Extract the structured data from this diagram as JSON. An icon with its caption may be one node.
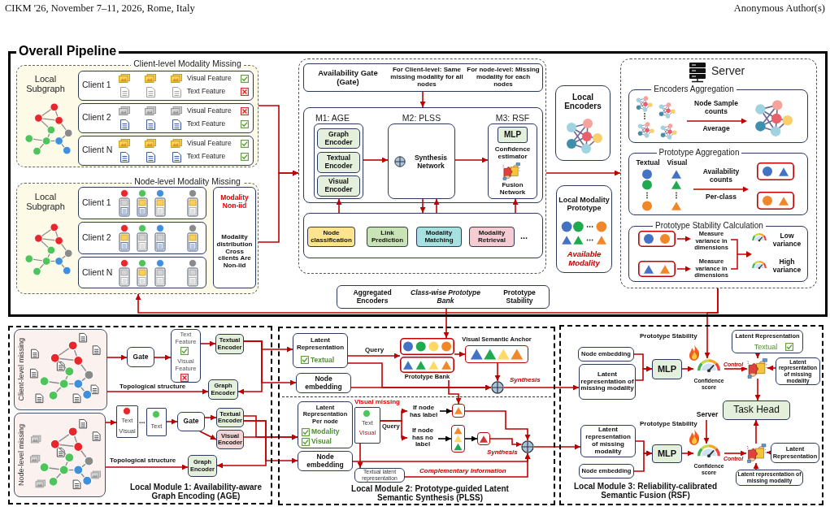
{
  "diagram": {
    "nodes": [
      {
        "text": [
          "Overall Pipeline"
        ]
      },
      {
        "text": [
          "Client-level Modality Missing"
        ],
        "in": 0
      },
      {
        "text": [
          "Local Subgraph"
        ],
        "in": 1
      },
      {
        "text": [
          "Client 1",
          "Visual Feature",
          "Text Feature"
        ],
        "in": 1
      },
      {
        "text": [
          "Client 2",
          "Visual Feature",
          "Text Feature"
        ],
        "in": 1
      },
      {
        "text": [
          "Client N",
          "Visual Feature",
          "Text Feature"
        ],
        "in": 1
      },
      {
        "text": [
          "Node-level Modality Missing"
        ],
        "in": 0
      },
      {
        "text": [
          "Local Subgraph"
        ],
        "in": 6
      },
      {
        "text": [
          "Client 1"
        ],
        "in": 6
      },
      {
        "text": [
          "Client 2"
        ],
        "in": 6
      },
      {
        "text": [
          "Client N"
        ],
        "in": 6
      },
      {
        "text": [
          "Modality Non-iid",
          "Modality distribution Cross clients Are Non-iid"
        ],
        "in": 6
      },
      {
        "text": [],
        "shape": "box",
        "in": 0
      },
      {
        "text": [
          "Availability Gate (Gate)",
          "For Client-level: Same missing modality for all nodes",
          "For node-level: Missing modality for each nodes"
        ],
        "in": 12
      },
      {
        "text": [],
        "shape": "box",
        "in": 12
      },
      {
        "text": [
          "M1: AGE"
        ],
        "in": 14
      },
      {
        "text": [
          "Graph Encoder"
        ],
        "in": 15
      },
      {
        "text": [
          "Textual Encoder"
        ],
        "in": 15
      },
      {
        "text": [
          "Visual Encoder"
        ],
        "in": 15
      },
      {
        "text": [
          "M2: PLSS",
          "Synthesis Network"
        ],
        "in": 14
      },
      {
        "text": [
          "M3: RSF",
          "Confidence estimator",
          "Fusion Network"
        ],
        "in": 14
      },
      {
        "text": [
          "MLP"
        ],
        "in": 20
      },
      {
        "text": [],
        "shape": "box",
        "in": 12
      },
      {
        "text": [
          "Node classification"
        ],
        "in": 22
      },
      {
        "text": [
          "Link Prediction"
        ],
        "in": 22
      },
      {
        "text": [
          "Modality Matching"
        ],
        "in": 22
      },
      {
        "text": [
          "Modality Retrieval"
        ],
        "in": 22
      },
      {
        "text": [
          "Local Encoders"
        ],
        "in": 0
      },
      {
        "text": [
          "Local Modality Prototype",
          "Available Modality"
        ],
        "in": 0
      },
      {
        "text": [
          "Server"
        ],
        "in": 0
      },
      {
        "text": [
          "Encoders Aggregation",
          "Node Sample counts",
          "Average"
        ],
        "in": 29
      },
      {
        "text": [
          "Prototype Aggregation",
          "Textual",
          "Visual",
          "Availability counts",
          "Per-class"
        ],
        "in": 29
      },
      {
        "text": [
          "Prototype Stability Calculation",
          "Measure variance in dimensions",
          "Measure variance in dimensions",
          "Low variance",
          "High variance"
        ],
        "in": 29
      },
      {
        "text": [
          "Aggregated Encoders",
          "Class-wise Prototype Bank",
          "Prototype Stability"
        ],
        "in": 0
      },
      {
        "text": [
          "Local Module 1: Availability-aware Graph Encoding (AGE)"
        ]
      },
      {
        "text": [
          "Client-level missing"
        ],
        "in": 34
      },
      {
        "text": [
          "Gate"
        ],
        "in": 34
      },
      {
        "text": [
          "Text Feature",
          "Visual Feature"
        ],
        "in": 34
      },
      {
        "text": [
          "Textual Encoder"
        ],
        "in": 34
      },
      {
        "text": [
          "Graph Encoder"
        ],
        "in": 34
      },
      {
        "text": [
          "Node-level missing"
        ],
        "in": 34
      },
      {
        "text": [
          "Text",
          "Visual"
        ],
        "in": 34
      },
      {
        "text": [
          "Text"
        ],
        "in": 34
      },
      {
        "text": [
          "Gate"
        ],
        "in": 34
      },
      {
        "text": [
          "Textual Encoder"
        ],
        "in": 34
      },
      {
        "text": [
          "Visual Encoder"
        ],
        "in": 34
      },
      {
        "text": [
          "Graph Encoder"
        ],
        "in": 34
      },
      {
        "text": [
          "Local Module 2: Prototype-guided Latent Semantic Synthesis (PLSS)"
        ]
      },
      {
        "text": [
          "Latent Representation",
          "Textual"
        ],
        "in": 47
      },
      {
        "text": [
          "Node embedding"
        ],
        "in": 47
      },
      {
        "text": [
          "Prototype Bank"
        ],
        "in": 47
      },
      {
        "text": [
          "Visual Semantic Anchor"
        ],
        "in": 47
      },
      {
        "text": [],
        "shape": "circle",
        "in": 47
      },
      {
        "text": [
          "Latent Representation Per node",
          "Modality",
          "Visual"
        ],
        "in": 47
      },
      {
        "text": [
          "Visual missing",
          "Text",
          "Visual"
        ],
        "in": 47
      },
      {
        "text": [
          "Node embedding"
        ],
        "in": 47
      },
      {
        "text": [
          "Textual latent representation"
        ],
        "in": 47
      },
      {
        "text": [
          "If node has label"
        ],
        "in": 47
      },
      {
        "text": [
          "If node has no label"
        ],
        "in": 47
      },
      {
        "text": [],
        "shape": "box",
        "in": 47
      },
      {
        "text": [],
        "shape": "box",
        "in": 47
      },
      {
        "text": [],
        "shape": "box",
        "in": 47
      },
      {
        "text": [],
        "shape": "circle",
        "in": 47
      },
      {
        "text": [
          "Local Module 3: Reliability-calibrated Semantic Fusion (RSF)"
        ]
      },
      {
        "text": [
          "Node embedding"
        ],
        "in": 63
      },
      {
        "text": [
          "Latent representation of missing modality"
        ],
        "in": 63
      },
      {
        "text": [
          "MLP"
        ],
        "in": 63
      },
      {
        "text": [
          "Confidence score"
        ],
        "in": 63
      },
      {
        "text": [
          "Latent Representation",
          "Textual"
        ],
        "in": 63
      },
      {
        "text": [],
        "shape": "picture",
        "in": 63
      },
      {
        "text": [
          "Latent representation of missing modality"
        ],
        "in": 63
      },
      {
        "text": [
          "Task Head"
        ],
        "in": 63
      },
      {
        "text": [
          "Latent representation of missing modality"
        ],
        "in": 63
      },
      {
        "text": [
          "Node embedding"
        ],
        "in": 63
      },
      {
        "text": [
          "MLP"
        ],
        "in": 63
      },
      {
        "text": [
          "Confidence score"
        ],
        "in": 63
      },
      {
        "text": [],
        "shape": "picture",
        "in": 63
      },
      {
        "text": [
          "Latent Representation"
        ],
        "in": 63
      },
      {
        "text": [
          "Latent representation of missing modality"
        ],
        "in": 63
      },
      {
        "text": [
          "Server"
        ],
        "in": 63
      }
    ],
    "edges": [
      {
        "from": 1,
        "to": 12,
        "arrow": "to"
      },
      {
        "from": 6,
        "to": 12,
        "arrow": "to"
      },
      {
        "from": 13,
        "to": 14,
        "arrow": "to"
      },
      {
        "from": 15,
        "to": 19,
        "arrow": "to"
      },
      {
        "from": 19,
        "to": 20,
        "arrow": "to"
      },
      {
        "from": 22,
        "to": 15,
        "arrow": "to"
      },
      {
        "from": 19,
        "to": 22,
        "arrow": "to"
      },
      {
        "from": 22,
        "to": 19,
        "arrow": "to"
      },
      {
        "from": 22,
        "to": 20,
        "arrow": "to"
      },
      {
        "from": 12,
        "to": 29,
        "arrow": "to"
      },
      {
        "from": 29,
        "to": 6,
        "arrow": "to"
      },
      {
        "from": 29,
        "to": 67,
        "arrow": "to",
        "label": "Prototype Stability"
      },
      {
        "from": 33,
        "to": 50,
        "arrow": "to"
      },
      {
        "from": 35,
        "to": 36,
        "arrow": "to"
      },
      {
        "from": 36,
        "to": 37,
        "arrow": "to"
      },
      {
        "from": 37,
        "to": 38,
        "arrow": "to"
      },
      {
        "from": 35,
        "to": 39,
        "arrow": "to",
        "label": "Topological structure"
      },
      {
        "from": 38,
        "to": 48,
        "arrow": "to"
      },
      {
        "from": 38,
        "to": 39,
        "arrow": "to"
      },
      {
        "from": 38,
        "to": 49,
        "arrow": "to"
      },
      {
        "from": 40,
        "to": 41,
        "arrow": "to"
      },
      {
        "from": 42,
        "to": 43,
        "arrow": "to"
      },
      {
        "from": 43,
        "to": 44,
        "arrow": "to"
      },
      {
        "from": 43,
        "to": 45,
        "arrow": "to"
      },
      {
        "from": 40,
        "to": 46,
        "arrow": "to",
        "label": "Topological structure"
      },
      {
        "from": 44,
        "to": 53,
        "arrow": "to"
      },
      {
        "from": 45,
        "to": 53,
        "arrow": "to"
      },
      {
        "from": 44,
        "to": 46,
        "arrow": "to"
      },
      {
        "from": 44,
        "to": 55,
        "arrow": "to"
      },
      {
        "from": 48,
        "to": 50,
        "arrow": "to",
        "label": "Query"
      },
      {
        "from": 50,
        "to": 51,
        "arrow": "to"
      },
      {
        "from": 51,
        "to": 52,
        "arrow": "to"
      },
      {
        "from": 48,
        "to": 52,
        "arrow": "to"
      },
      {
        "from": 49,
        "to": 52,
        "arrow": "to"
      },
      {
        "from": 52,
        "to": 65,
        "arrow": "to",
        "label": "Synthesis"
      },
      {
        "from": 50,
        "to": 59,
        "arrow": "to"
      },
      {
        "from": 54,
        "to": 57,
        "arrow": "to",
        "label": "Query"
      },
      {
        "from": 54,
        "to": 58,
        "arrow": "to"
      },
      {
        "from": 57,
        "to": 59,
        "arrow": "to",
        "color": "#000000"
      },
      {
        "from": 58,
        "to": 60,
        "arrow": "to",
        "color": "#000000"
      },
      {
        "from": 60,
        "to": 61,
        "arrow": "to",
        "color": "#000000"
      },
      {
        "from": 59,
        "to": 62,
        "arrow": "to"
      },
      {
        "from": 61,
        "to": 62,
        "arrow": "to"
      },
      {
        "from": 55,
        "to": 62,
        "arrow": "to"
      },
      {
        "from": 54,
        "to": 56,
        "arrow": "to"
      },
      {
        "from": 56,
        "to": 62,
        "arrow": "to",
        "label": "Complementary Information"
      },
      {
        "from": 62,
        "to": 72,
        "arrow": "to",
        "label": "Synthesis"
      },
      {
        "from": 64,
        "to": 66,
        "arrow": "to"
      },
      {
        "from": 65,
        "to": 66,
        "arrow": "to"
      },
      {
        "from": 66,
        "to": 67,
        "arrow": "to"
      },
      {
        "from": 67,
        "to": 69,
        "arrow": "to",
        "label": "Control"
      },
      {
        "from": 68,
        "to": 69,
        "arrow": "to"
      },
      {
        "from": 70,
        "to": 69,
        "arrow": "to"
      },
      {
        "from": 69,
        "to": 71,
        "arrow": "to"
      },
      {
        "from": 72,
        "to": 74,
        "arrow": "to"
      },
      {
        "from": 73,
        "to": 74,
        "arrow": "to"
      },
      {
        "from": 74,
        "to": 75,
        "arrow": "to"
      },
      {
        "from": 79,
        "to": 75,
        "arrow": "to",
        "label": "Prototype Stability"
      },
      {
        "from": 75,
        "to": 76,
        "arrow": "to",
        "label": "Control"
      },
      {
        "from": 77,
        "to": 76,
        "arrow": "to"
      },
      {
        "from": 78,
        "to": 76,
        "arrow": "to"
      },
      {
        "from": 76,
        "to": 71,
        "arrow": "to"
      }
    ],
    "labels": [
      "CIKM '26, November 7–11, 2026, Rome, Italy",
      "Anonymous Author(s)",
      "...",
      "..."
    ]
  }
}
